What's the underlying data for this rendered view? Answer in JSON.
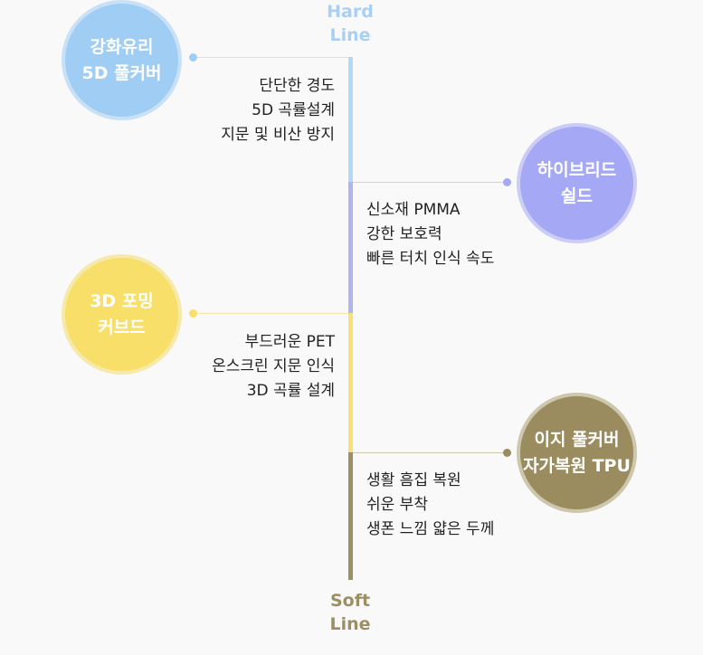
{
  "axis": {
    "top_label_line1": "Hard",
    "top_label_line2": "Line",
    "bottom_label_line1": "Soft",
    "bottom_label_line2": "Line"
  },
  "items": [
    {
      "title": "강화유리\n5D 풀커버",
      "color": "#9fcdf4",
      "features": [
        "단단한 경도",
        "5D 곡률설계",
        "지문 및 비산 방지"
      ]
    },
    {
      "title": "하이브리드\n쉴드",
      "color": "#a5a8f4",
      "features": [
        "신소재 PMMA",
        "강한 보호력",
        "빠른 터치 인식 속도"
      ]
    },
    {
      "title": "3D 포밍\n커브드",
      "color": "#f7df6a",
      "features": [
        "부드러운 PET",
        "온스크린 지문 인식",
        "3D 곡률 설계"
      ]
    },
    {
      "title": "이지 풀커버\n자가복원 TPU",
      "color": "#9a8c5f",
      "features": [
        "생활 흠집 복원",
        "쉬운 부착",
        "생폰 느낌 얇은 두께"
      ]
    }
  ]
}
